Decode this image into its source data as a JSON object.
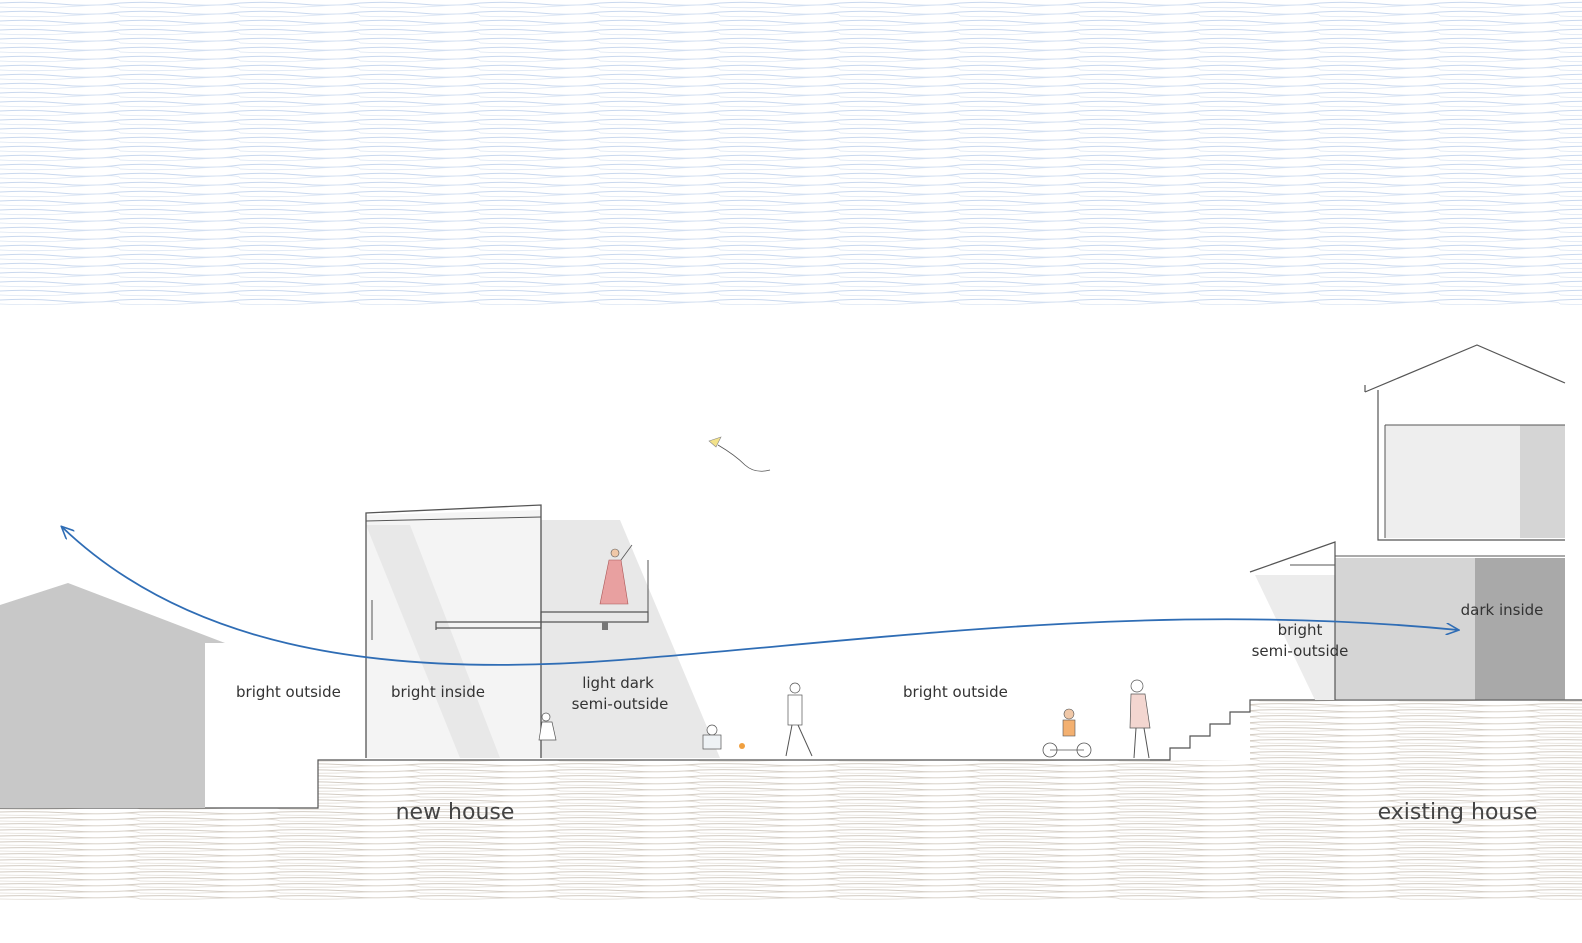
{
  "labels": {
    "bright_outside_left": "bright outside",
    "bright_inside": "bright inside",
    "light_dark_line1": "light dark",
    "light_dark_line2": "semi-outside",
    "bright_outside_center": "bright outside",
    "bright_semi_line1": "bright",
    "bright_semi_line2": "semi-outside",
    "dark_inside": "dark inside",
    "new_house": "new house",
    "existing_house": "existing house"
  },
  "colors": {
    "sky_hatch": "#c9d8ee",
    "ground_hatch": "#d6d0c8",
    "wind_arrow": "#2f6db5",
    "neighbor_house": "#c8c8c8",
    "dark_inside": "#a9a9a9",
    "dress": "#e8a0a0",
    "kite": "#f3e28a"
  }
}
